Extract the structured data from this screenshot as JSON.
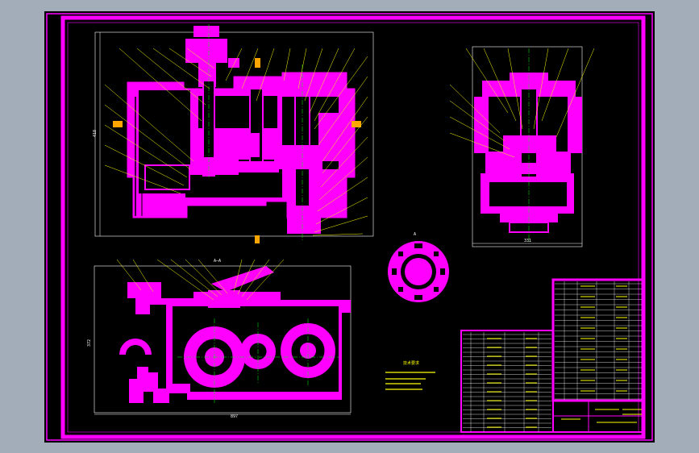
{
  "sheet": {
    "background_color": "#a3acb9",
    "paper_color": "#000000",
    "border_color": "#ff00ff",
    "line_color": "#ffff00",
    "dim_color": "#ffffff",
    "center_color": "#00ff00"
  },
  "views": {
    "front_dim_height": "418",
    "side_dim_width": "331",
    "bottom_dim_width": "897",
    "bottom_dim_height": "372",
    "section_label": "A—A"
  },
  "technical_requirements": {
    "title": "技术要求"
  },
  "icons": [
    "section-arrow-icon",
    "balloon-leader-icon"
  ]
}
